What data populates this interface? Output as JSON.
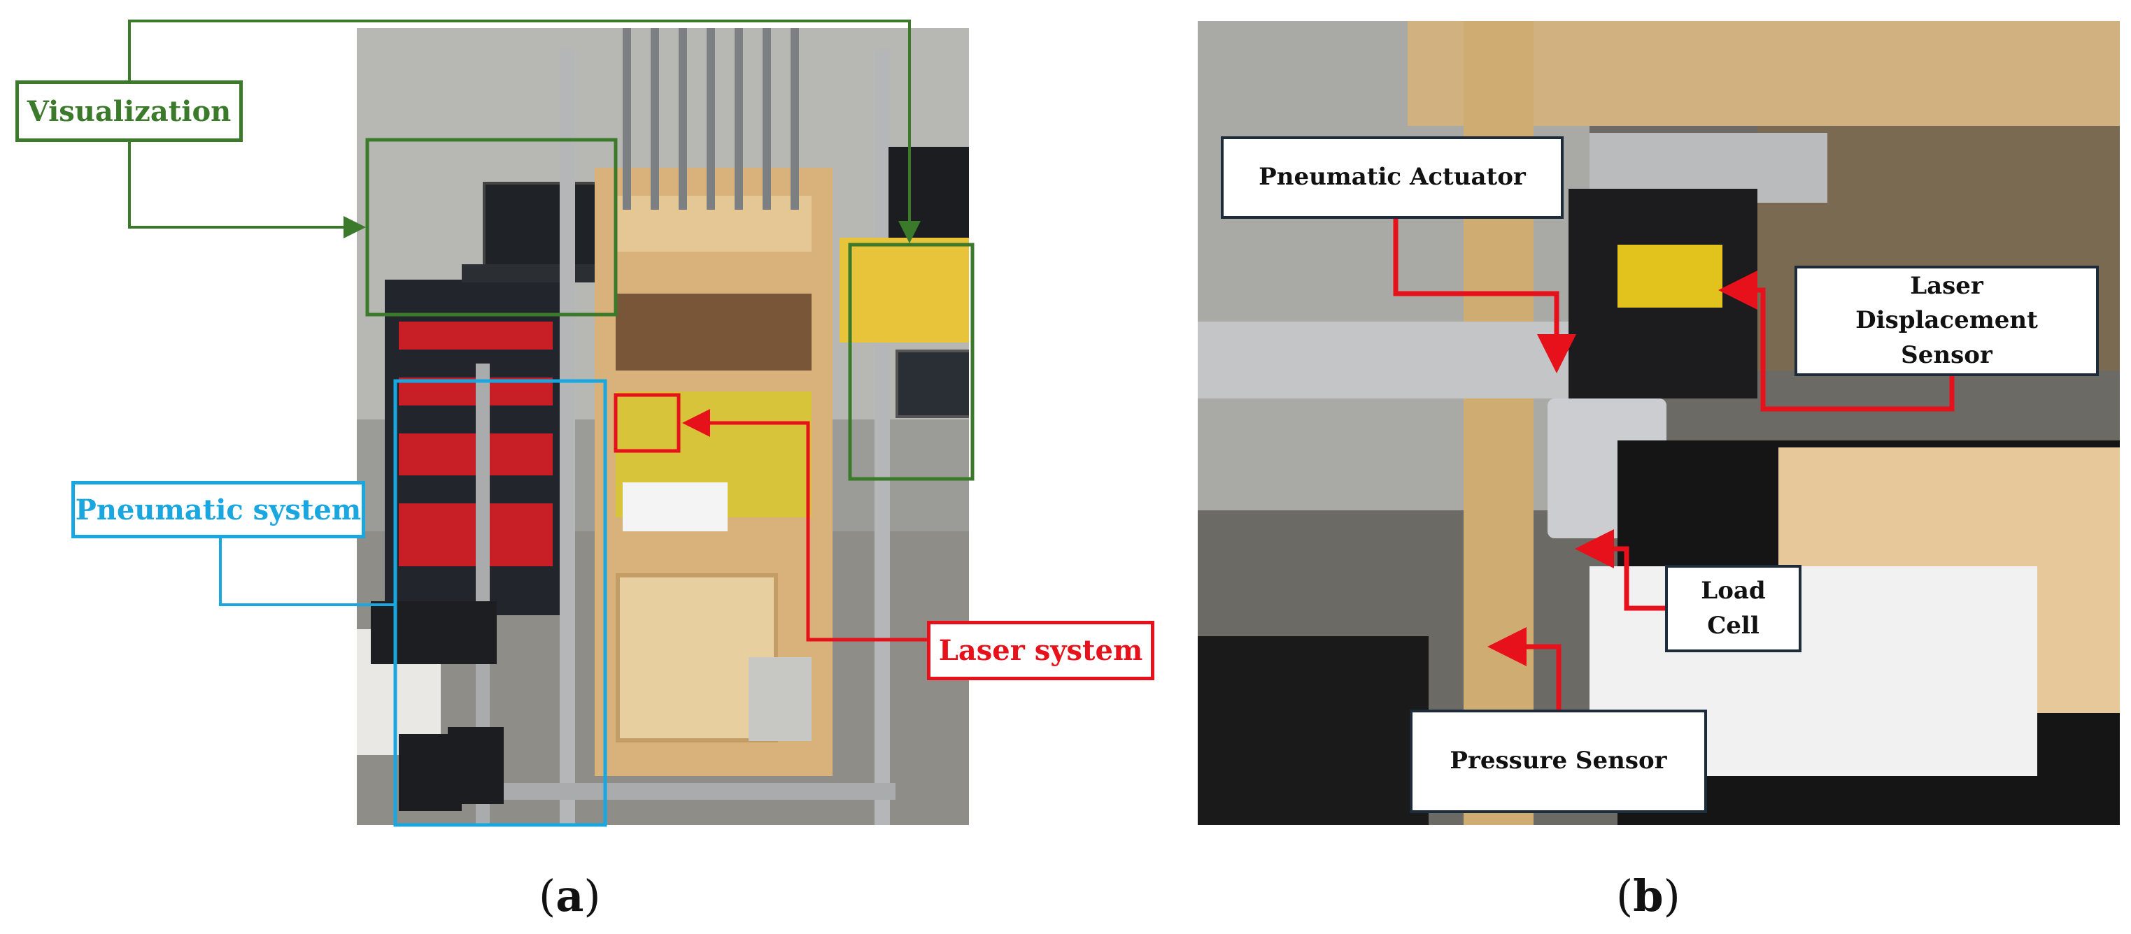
{
  "panel_a": {
    "label": "a",
    "callouts": {
      "visualization": "Visualization",
      "pneumatic_system": "Pneumatic system",
      "laser_system": "Laser system"
    },
    "colors": {
      "visualization": "#3b7a2a",
      "pneumatic": "#1aa7e0",
      "laser": "#e6111a"
    }
  },
  "panel_b": {
    "label": "b",
    "callouts": {
      "pneumatic_actuator": "Pneumatic Actuator",
      "laser_sensor_line1": "Laser",
      "laser_sensor_line2": "Displacement",
      "laser_sensor_line3": "Sensor",
      "load_cell_line1": "Load",
      "load_cell_line2": "Cell",
      "pressure_sensor": "Pressure Sensor"
    },
    "arrow_color": "#e6111a"
  }
}
